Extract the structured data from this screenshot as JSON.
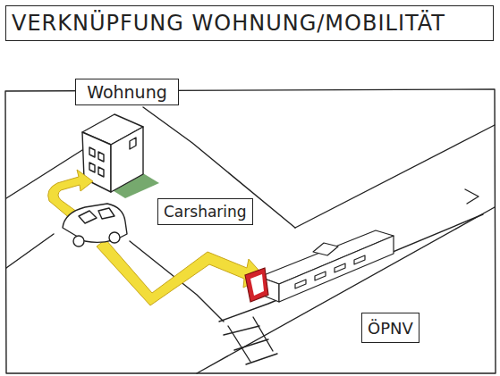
{
  "diagram": {
    "title": "VERKNÜPFUNG WOHNUNG/MOBILITÄT",
    "nodes": [
      {
        "text": [
          "Wohnung"
        ]
      },
      {
        "text": [
          "Carsharing"
        ]
      },
      {
        "text": [
          "ÖPNV"
        ]
      }
    ]
  }
}
